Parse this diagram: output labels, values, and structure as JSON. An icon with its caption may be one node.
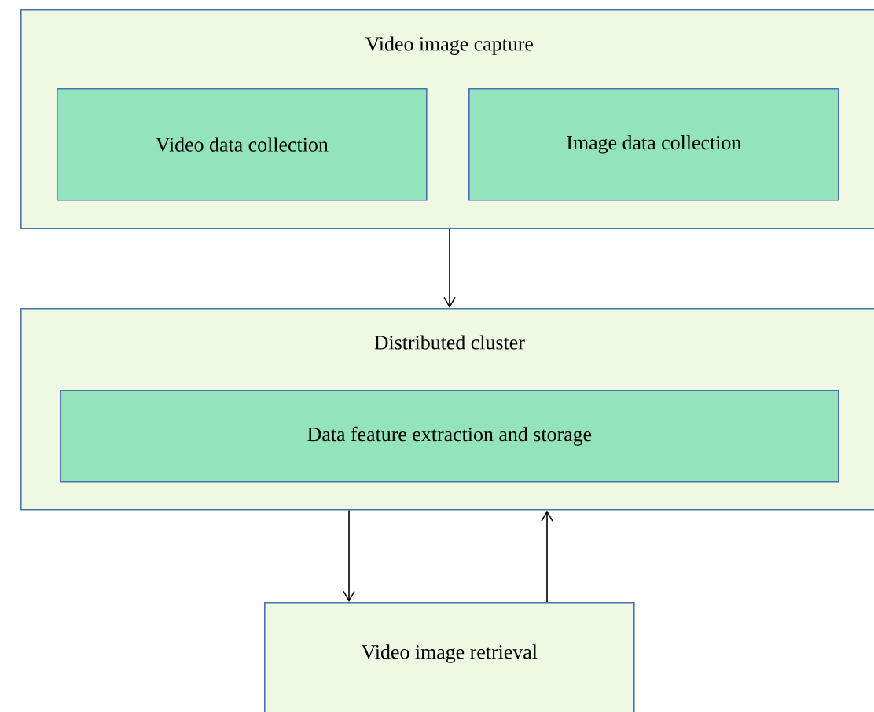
{
  "diagram": {
    "nodes": [
      {
        "text": [
          "Video image capture"
        ]
      },
      {
        "text": [
          "Video data collection"
        ],
        "in": 0
      },
      {
        "text": [
          "Image data collection"
        ],
        "in": 0
      },
      {
        "text": [
          "Distributed cluster"
        ]
      },
      {
        "text": [
          "Data feature extraction and storage"
        ],
        "in": 3
      },
      {
        "text": [
          "Video image retrieval"
        ]
      }
    ],
    "edges": [
      {
        "from": 0,
        "to": 3,
        "arrow": "to"
      },
      {
        "from": 3,
        "to": 5,
        "arrow": "to"
      },
      {
        "from": 5,
        "to": 3,
        "arrow": "to"
      }
    ]
  }
}
